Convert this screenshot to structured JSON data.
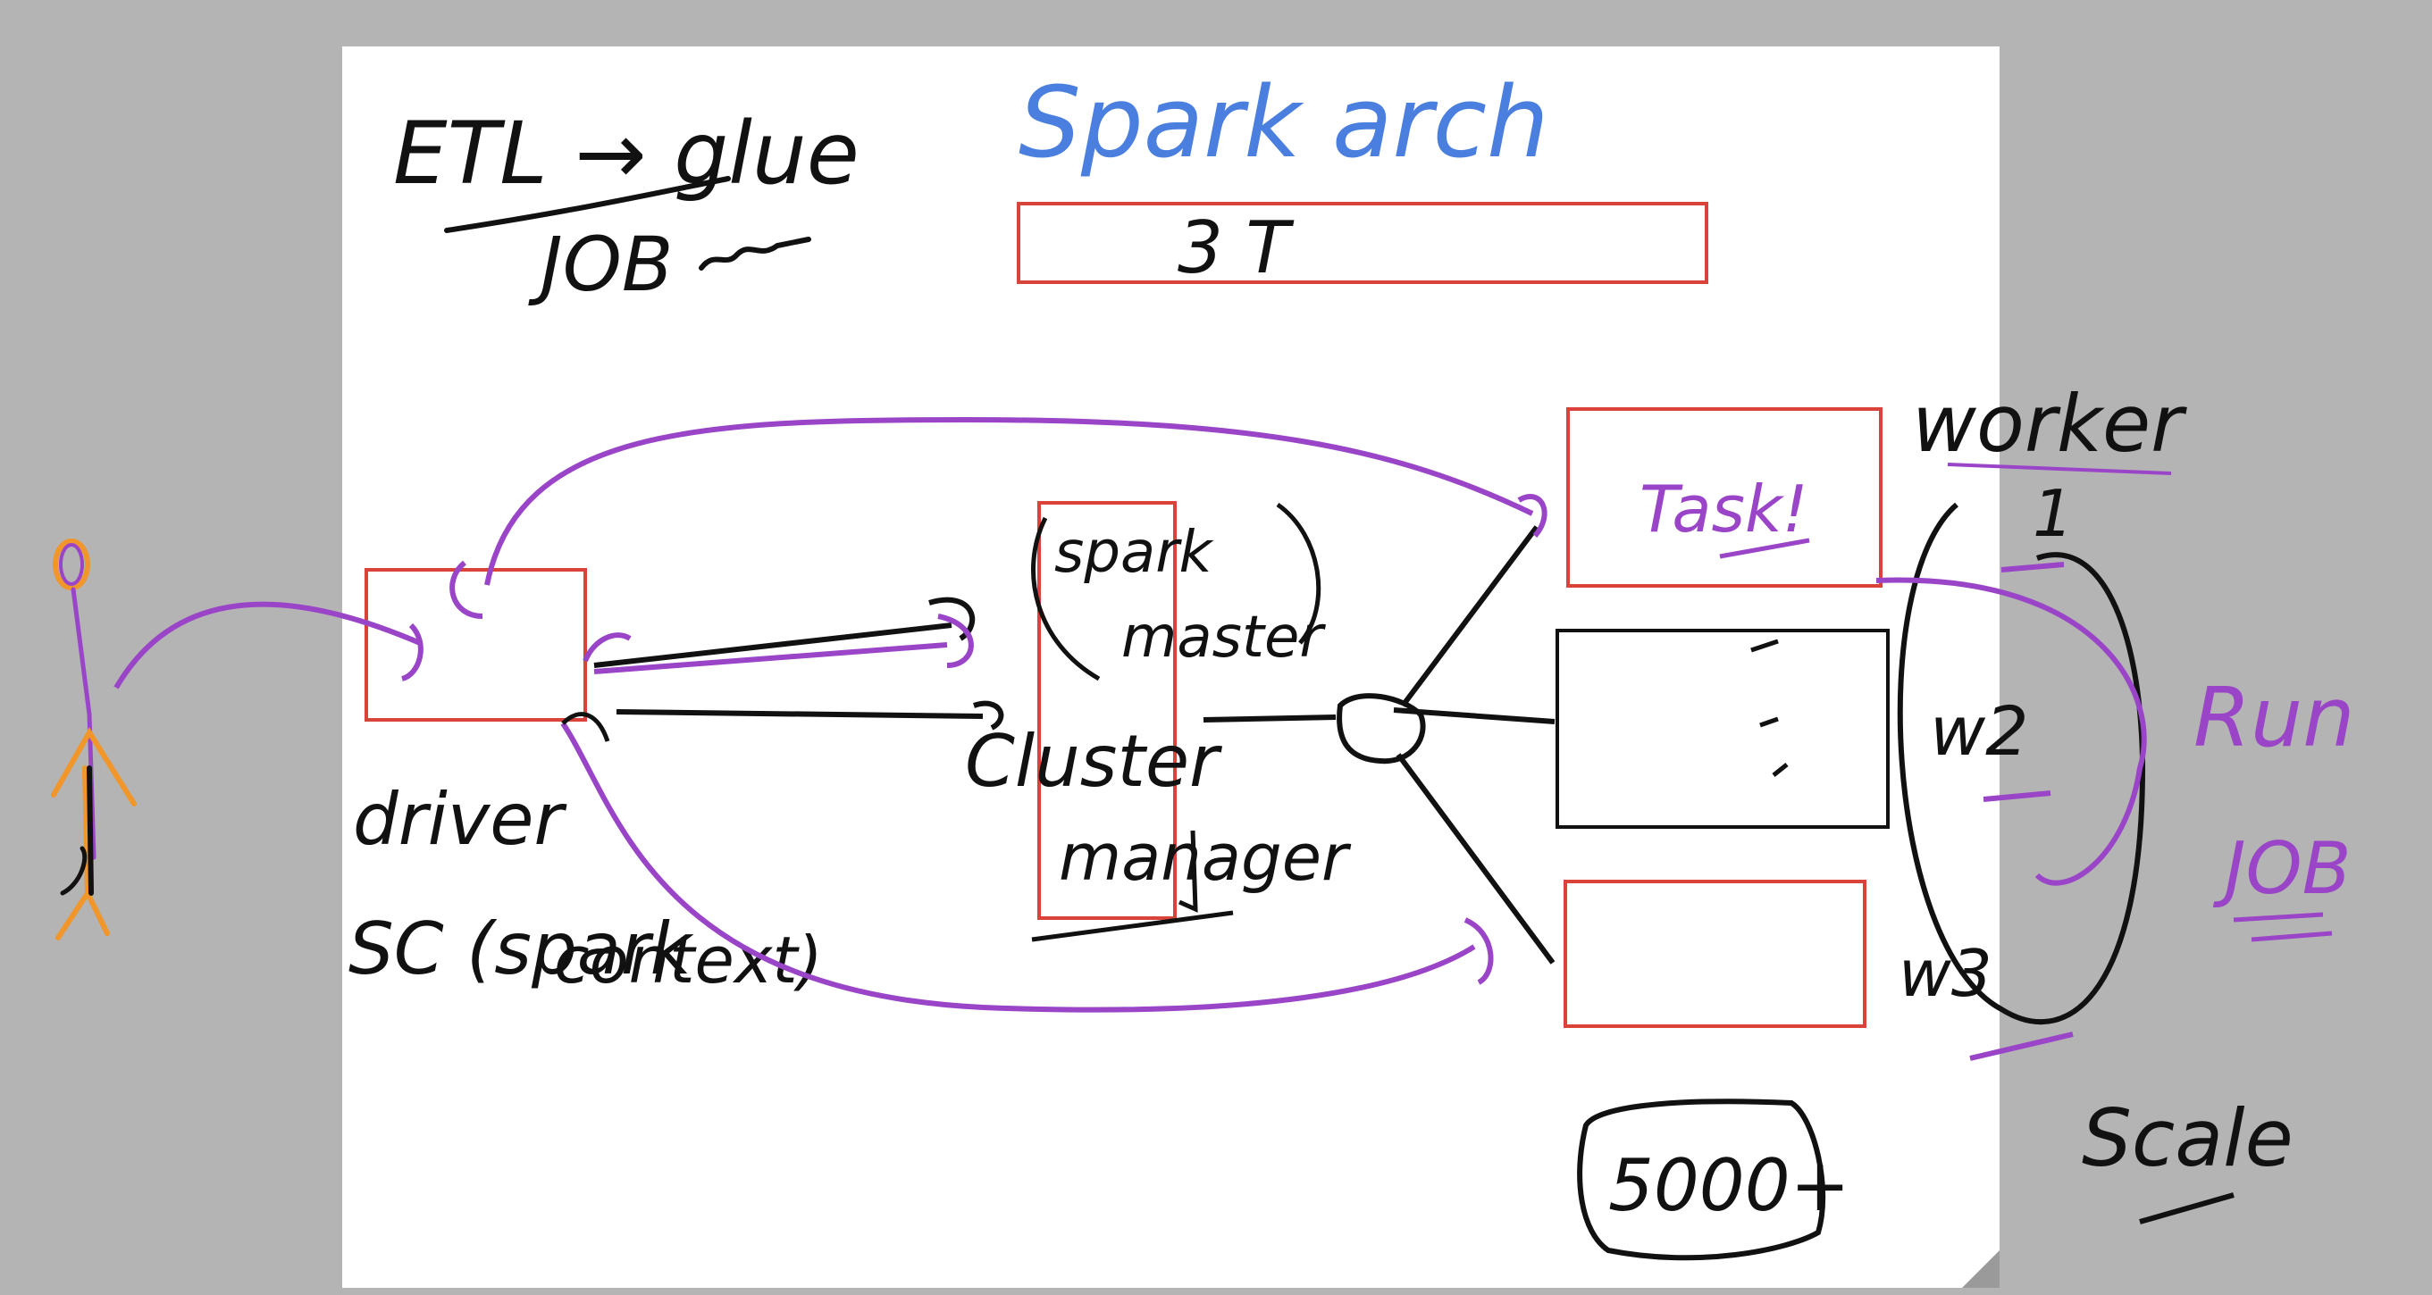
{
  "colors": {
    "background": "#b4b4b4",
    "page": "#ffffff",
    "ink_black": "#111111",
    "ink_blue": "#4a7fe0",
    "ink_purple": "#9a45c8",
    "ink_orange": "#f0962a",
    "box_red": "#d9433a"
  },
  "notes": {
    "etl": "ETL → glue",
    "job": "JOB",
    "title": "Spark arch",
    "title_box_text": "3 T",
    "count": "5000+",
    "scale": "Scale"
  },
  "driver": {
    "label": "driver",
    "context": "SC (spark",
    "context2": "context)"
  },
  "cluster": {
    "spark_master": "spark",
    "spark_master2": "master",
    "manager": "Cluster",
    "manager2": "manager"
  },
  "workers": {
    "title": "worker",
    "w1": "1",
    "w2": "w2",
    "w3": "w3",
    "task": "Task!"
  },
  "run_job": {
    "run": "Run",
    "job": "JOB"
  }
}
